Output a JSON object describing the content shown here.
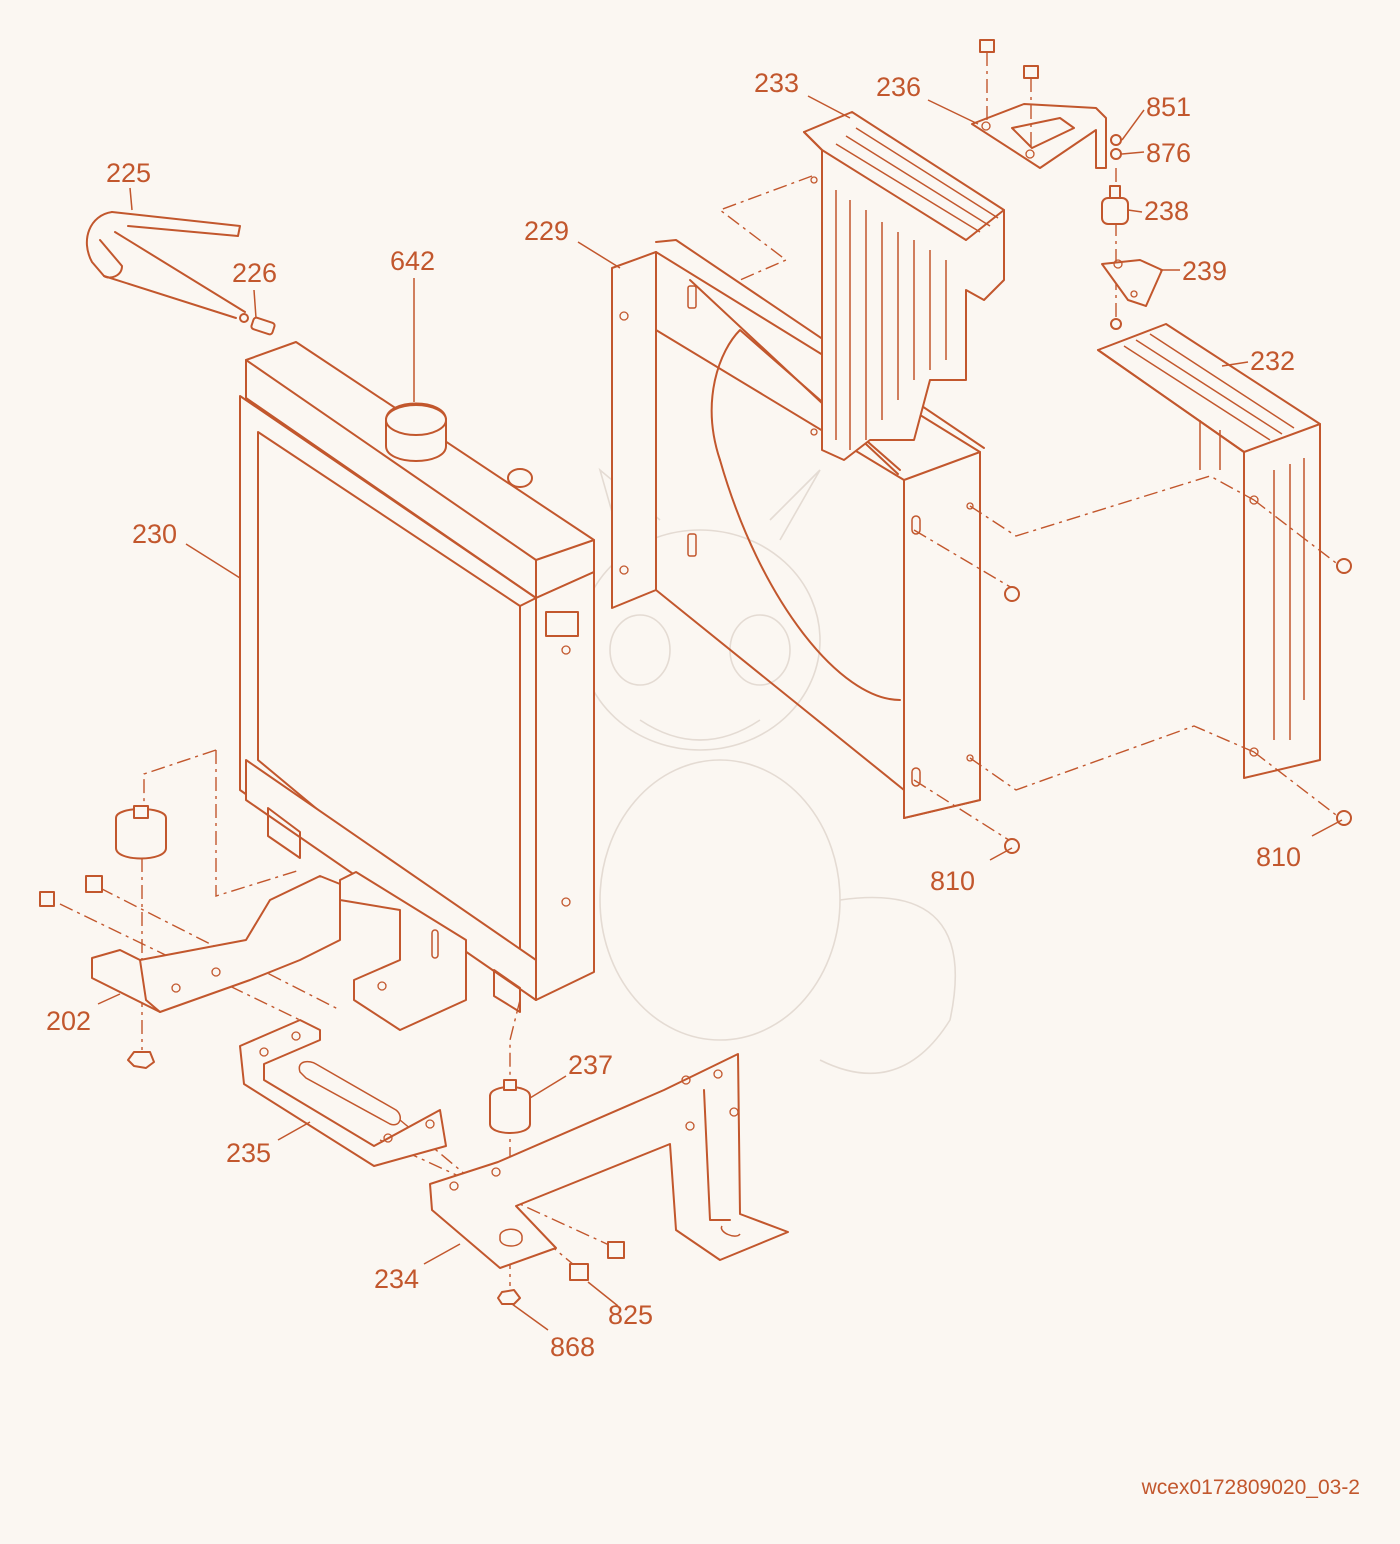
{
  "diagram": {
    "labels": {
      "p225": "225",
      "p226": "226",
      "p642": "642",
      "p229": "229",
      "p233": "233",
      "p236": "236",
      "p851": "851",
      "p876": "876",
      "p238": "238",
      "p239": "239",
      "p232": "232",
      "p230": "230",
      "p810a": "810",
      "p810b": "810",
      "p202": "202",
      "p237": "237",
      "p235": "235",
      "p234": "234",
      "p825": "825",
      "p868": "868"
    },
    "reference_code": "wcex0172809020_03-2",
    "colors": {
      "line": "#c2572d",
      "background": "#fbf7f2",
      "watermark": "#e4dbd3"
    }
  }
}
